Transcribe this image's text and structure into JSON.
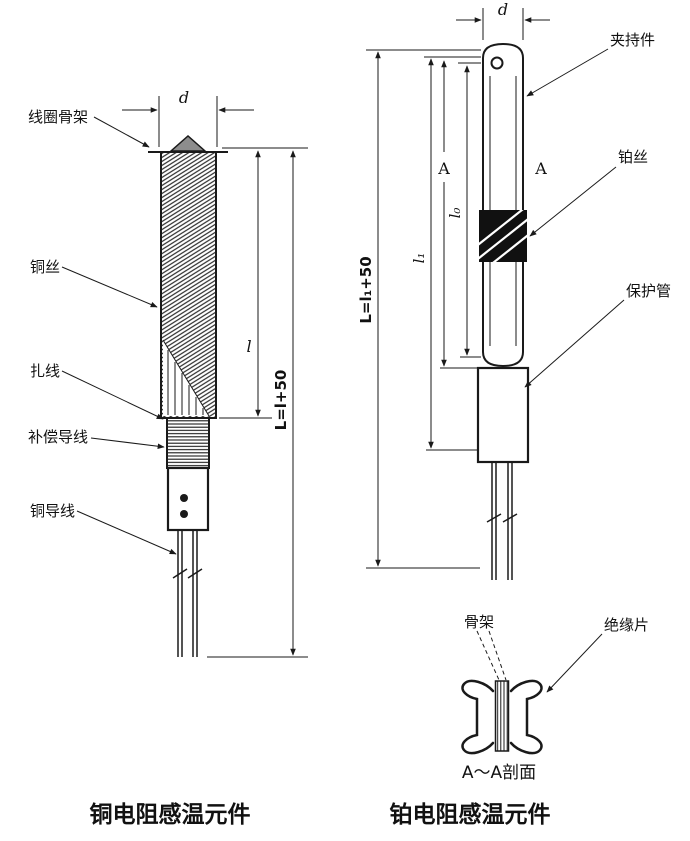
{
  "page": {
    "background": "#ffffff",
    "ink": "#1a1a1a"
  },
  "left_figure": {
    "caption": "铜电阻感温元件",
    "labels": {
      "coil_frame": "线圈骨架",
      "copper_wire": "铜丝",
      "binding_wire": "扎线",
      "compensation_lead": "补偿导线",
      "copper_lead": "铜导线"
    },
    "dims": {
      "d": "d",
      "l": "l",
      "L": "L=l+50"
    }
  },
  "right_figure": {
    "caption": "铂电阻感温元件",
    "labels": {
      "clamp": "夹持件",
      "platinum_wire": "铂丝",
      "protection_tube": "保护管",
      "frame": "骨架",
      "insulation": "绝缘片"
    },
    "dims": {
      "d": "d",
      "A_left": "A",
      "A_right": "A",
      "l0": "l₀",
      "l1": "l₁",
      "L": "L=l₁+50"
    },
    "section_caption": "A～A剖面"
  }
}
